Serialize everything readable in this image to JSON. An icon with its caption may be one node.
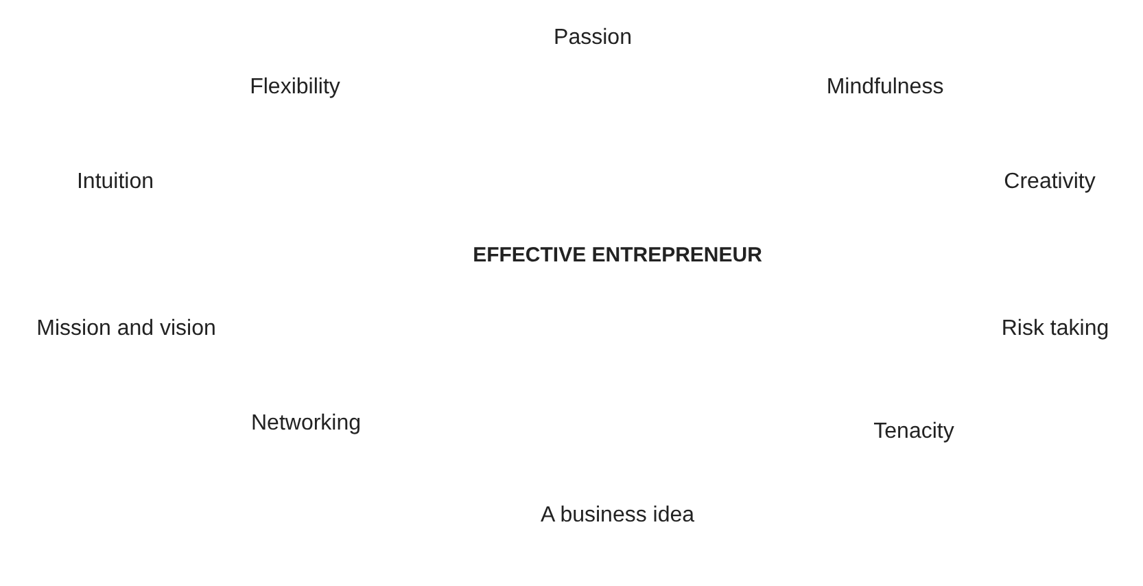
{
  "diagram": {
    "labels": [
      "Passion",
      "Flexibility",
      "Mindfulness",
      "Intuition",
      "Creativity",
      "EFFECTIVE ENTREPRENEUR",
      "Mission and vision",
      "Risk taking",
      "Networking",
      "Tenacity",
      "A business idea"
    ]
  }
}
